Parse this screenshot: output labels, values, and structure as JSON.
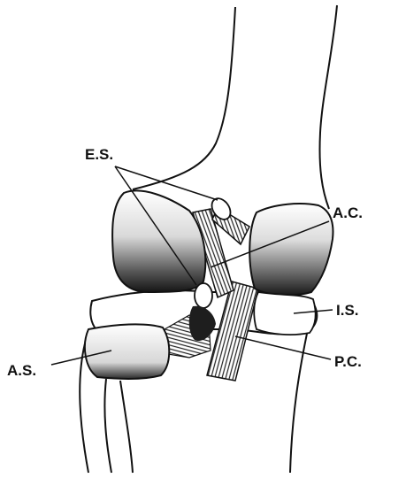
{
  "labels": {
    "es": "E.S.",
    "ac": "A.C.",
    "is": "I.S.",
    "as": "A.S.",
    "pc": "P.C."
  },
  "colors": {
    "ink": "#111111",
    "paper": "#ffffff",
    "shade": "#6b6b6b",
    "shade_dark": "#1e1e1e"
  }
}
